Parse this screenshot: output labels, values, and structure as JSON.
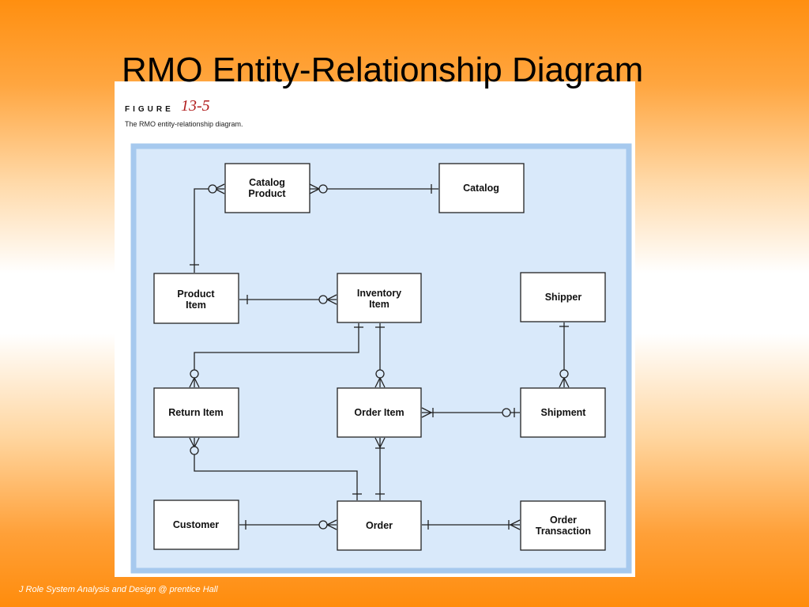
{
  "slide": {
    "title": "RMO Entity-Relationship Diagram",
    "footer": "J Role System Analysis and Design @ prentice Hall"
  },
  "figure": {
    "label": "FIGURE",
    "number": "13-5",
    "caption": "The RMO entity-relationship diagram."
  },
  "entities": {
    "catalog_product": [
      "Catalog",
      "Product"
    ],
    "catalog": [
      "Catalog"
    ],
    "product_item": [
      "Product",
      "Item"
    ],
    "inventory_item": [
      "Inventory",
      "Item"
    ],
    "shipper": [
      "Shipper"
    ],
    "return_item": [
      "Return Item"
    ],
    "order_item": [
      "Order Item"
    ],
    "shipment": [
      "Shipment"
    ],
    "customer": [
      "Customer"
    ],
    "order": [
      "Order"
    ],
    "order_transaction": [
      "Order",
      "Transaction"
    ]
  },
  "colors": {
    "diagram_background": "#d9e9fa",
    "diagram_border": "#a6c9ee",
    "entity_fill": "#ffffff",
    "line": "#222222",
    "figure_number": "#b11d1d"
  }
}
